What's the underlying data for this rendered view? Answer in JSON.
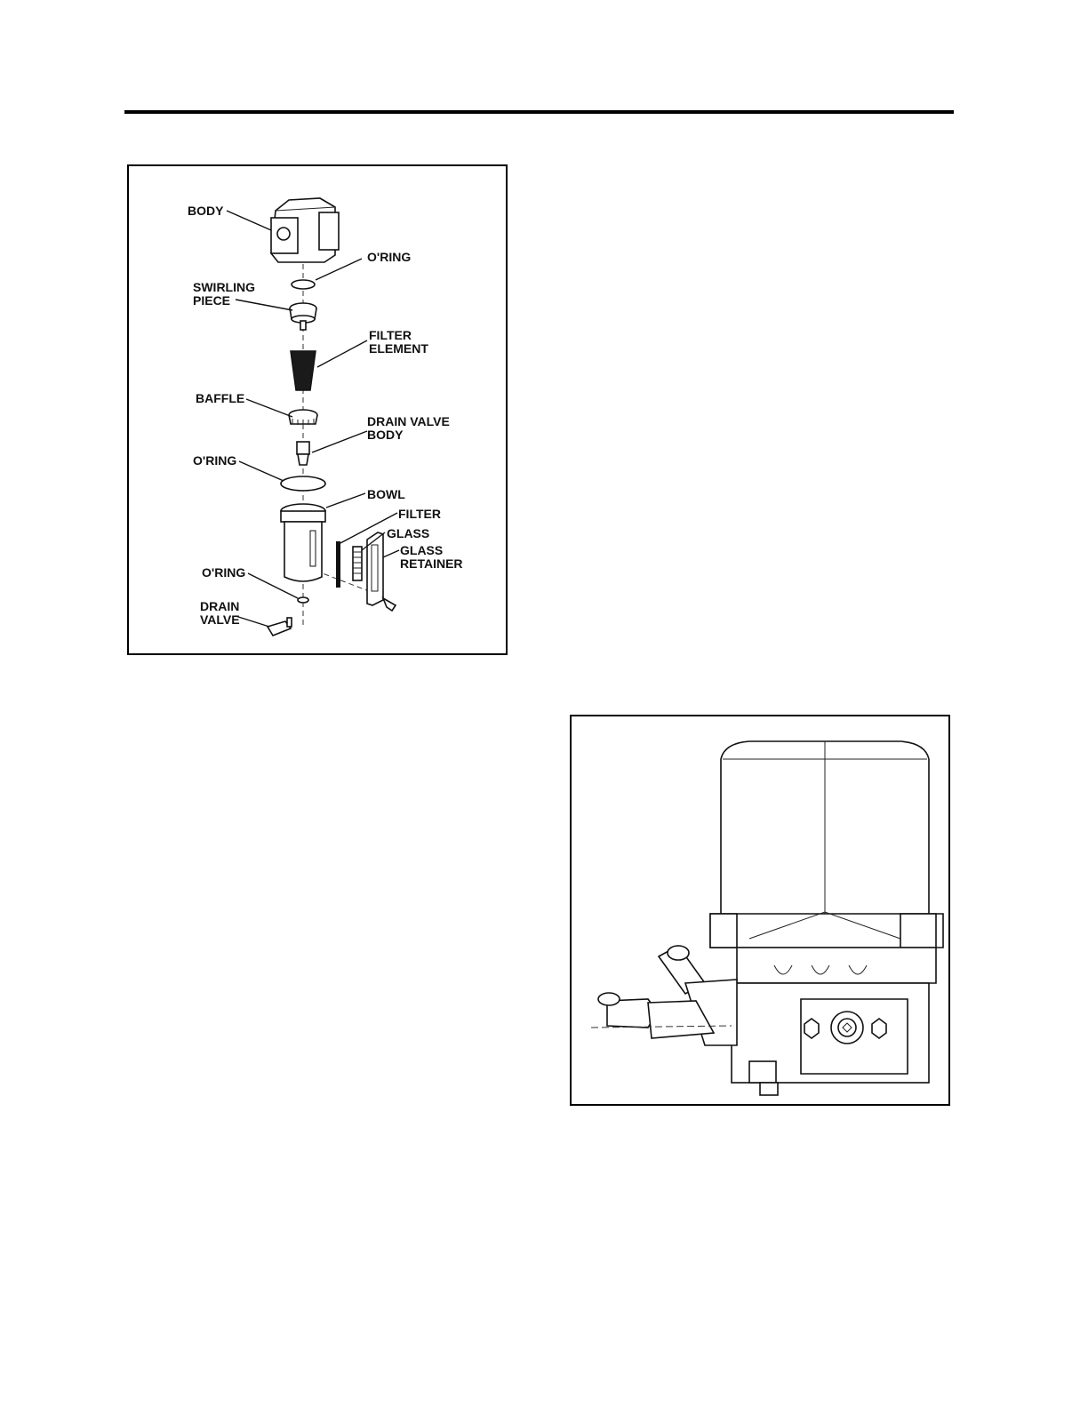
{
  "figure1": {
    "labels": {
      "body": "BODY",
      "oring_top": "O'RING",
      "swirling_1": "SWIRLING",
      "swirling_2": "PIECE",
      "filter_element_1": "FILTER",
      "filter_element_2": "ELEMENT",
      "baffle": "BAFFLE",
      "drain_valve_body_1": "DRAIN VALVE",
      "drain_valve_body_2": "BODY",
      "oring_mid": "O'RING",
      "bowl": "BOWL",
      "filter_glass_1": "FILTER",
      "filter_glass_2": "GLASS",
      "glass_retainer_1": "GLASS",
      "glass_retainer_2": "RETAINER",
      "oring_bottom": "O'RING",
      "drain_valve_1": "DRAIN",
      "drain_valve_2": "VALVE"
    }
  }
}
